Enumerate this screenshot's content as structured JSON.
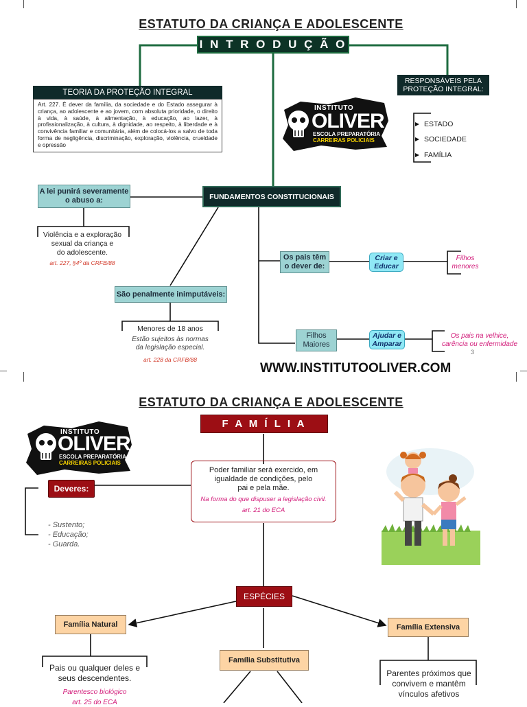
{
  "page1": {
    "title": "ESTATUTO DA CRIANÇA  E ADOLESCENTE",
    "header": "I N T R O D U Ç Ã O",
    "teoria": {
      "title": "TEORIA DA PROTEÇÃO INTEGRAL",
      "text": "Art. 227. É dever da família, da sociedade e do Estado assegurar à criança, ao adolescente e ao jovem, com absoluta prioridade, o direito à vida, à saúde, à alimentação, à educação, ao lazer, à profissionalização, à cultura, à dignidade, ao respeito, à liberdade e à convivência familiar e comunitária, além de colocá-los a salvo de toda forma de negligência, discriminação, exploração, violência, crueldade e opressão"
    },
    "responsaveis": {
      "title_line1": "RESPONSÁVEIS PELA",
      "title_line2": "PROTEÇÃO INTEGRAL:",
      "items": [
        "ESTADO",
        "SOCIEDADE",
        "FAMÍLIA"
      ]
    },
    "logo": {
      "top": "INSTITUTO",
      "main": "OLIVER",
      "sub1": "ESCOLA PREPARATÓRIA",
      "sub2": "CARREIRAS POLICIAIS"
    },
    "fundamentos": "FUNDAMENTOS CONSTITUCIONAIS",
    "lei": {
      "label_line1": "A lei punirá severamente",
      "label_line2": "o abuso a:",
      "text_line1": "Violência e a exploração",
      "text_line2": "sexual da criança e",
      "text_line3": "do adolescente.",
      "ref": "art. 227, §4º da CRFB/88"
    },
    "inimputaveis": {
      "label": "São penalmente inimputáveis:",
      "text": "Menores de 18 anos",
      "note_line1": "Estão  sujeitos às normas",
      "note_line2": "da legislação especial.",
      "ref": "art. 228 da CRFB/88"
    },
    "pais": {
      "label_line1": "Os pais têm",
      "label_line2": "o dever de:",
      "action_line1": "Criar e",
      "action_line2": "Educar",
      "target_line1": "Filhos",
      "target_line2": "menores"
    },
    "filhos": {
      "label_line1": "Filhos",
      "label_line2": "Maiores",
      "action_line1": "Ajudar e",
      "action_line2": "Amparar",
      "target_line1": "Os pais na velhice,",
      "target_line2": "carência ou enfermidade"
    },
    "page_number": "3",
    "website": "WWW.INSTITUTOOLIVER.COM"
  },
  "page2": {
    "title": "ESTATUTO DA CRIANÇA  E ADOLESCENTE",
    "header": "F A M Í L I A",
    "poder": {
      "line1": "Poder familiar será exercido, em",
      "line2": "igualdade de condições, pelo",
      "line3": "pai e pela mãe.",
      "note": "Na forma do que dispuser a legislação civil.",
      "ref": "art. 21 do ECA"
    },
    "deveres": {
      "label": "Deveres:",
      "items": [
        "- Sustento;",
        "- Educação;",
        "- Guarda."
      ]
    },
    "especies": "ESPÉCIES",
    "natural": {
      "label": "Família Natural",
      "text_line1": "Pais ou qualquer deles e",
      "text_line2": "seus descendentes.",
      "note": "Parentesco biológico",
      "ref": "art. 25 do ECA"
    },
    "substitutiva": {
      "label": "Família Substitutiva"
    },
    "extensiva": {
      "label": "Família Extensiva",
      "text_line1": "Parentes próximos que",
      "text_line2": "convivem e mantêm",
      "text_line3": "vínculos afetivos"
    },
    "logo": {
      "top": "INSTITUTO",
      "main": "OLIVER",
      "sub1": "ESCOLA PREPARATÓRIA",
      "sub2": "CARREIRAS POLICIAIS"
    }
  },
  "colors": {
    "dark_green": "#1d6b3f",
    "header_dark": "#102a2a",
    "teal": "#9dd3d3",
    "cyan": "#8fe8f5",
    "crimson": "#9c0e14",
    "peach": "#fdd4a4",
    "pink_text": "#d21c7a"
  }
}
